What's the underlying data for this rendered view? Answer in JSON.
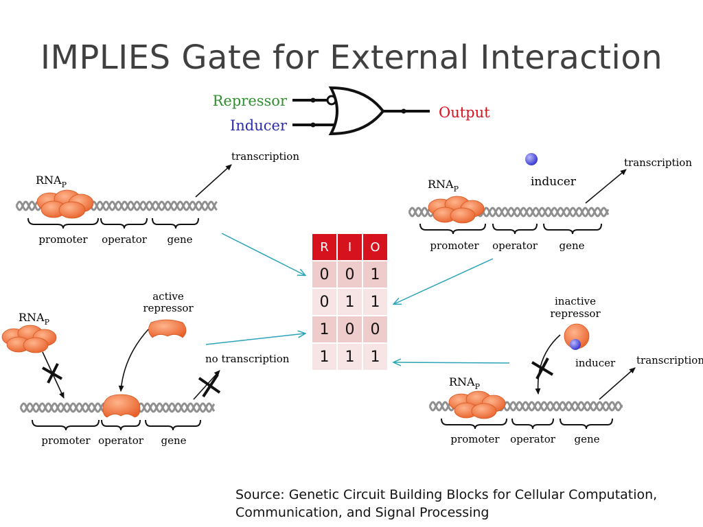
{
  "title": "IMPLIES Gate for External Interaction",
  "gate": {
    "input_a": "Repressor",
    "input_b": "Inducer",
    "output": "Output",
    "colors": {
      "repressor": "#2f8f2f",
      "inducer": "#2b2bb0",
      "output": "#d6121f"
    }
  },
  "panels": {
    "top_left": {
      "rna": "RNA",
      "rna_sub": "P",
      "result": "transcription",
      "labels": [
        "promoter",
        "operator",
        "gene"
      ]
    },
    "top_right": {
      "rna": "RNA",
      "rna_sub": "P",
      "molecule": "inducer",
      "result": "transcription",
      "labels": [
        "promoter",
        "operator",
        "gene"
      ]
    },
    "bottom_left": {
      "rna": "RNA",
      "rna_sub": "P",
      "repressor_line1": "active",
      "repressor_line2": "repressor",
      "result": "no transcription",
      "labels": [
        "promoter",
        "operator",
        "gene"
      ]
    },
    "bottom_right": {
      "rna": "RNA",
      "rna_sub": "P",
      "repressor_line1": "inactive",
      "repressor_line2": "repressor",
      "molecule": "inducer",
      "result": "transcription",
      "labels": [
        "promoter",
        "operator",
        "gene"
      ]
    }
  },
  "truth_table": {
    "headers": [
      "R",
      "I",
      "O"
    ],
    "rows": [
      [
        "0",
        "0",
        "1"
      ],
      [
        "0",
        "1",
        "1"
      ],
      [
        "1",
        "0",
        "0"
      ],
      [
        "1",
        "1",
        "1"
      ]
    ]
  },
  "source": {
    "line1": "Source: Genetic Circuit Building Blocks for Cellular Computation,",
    "line2": "Communication, and Signal Processing"
  },
  "colors": {
    "polymerase": "#f07a4a",
    "dna": "#9a9a9a",
    "arrow_teal": "#2aa3b8",
    "inducer_ball": "#5555dd"
  }
}
